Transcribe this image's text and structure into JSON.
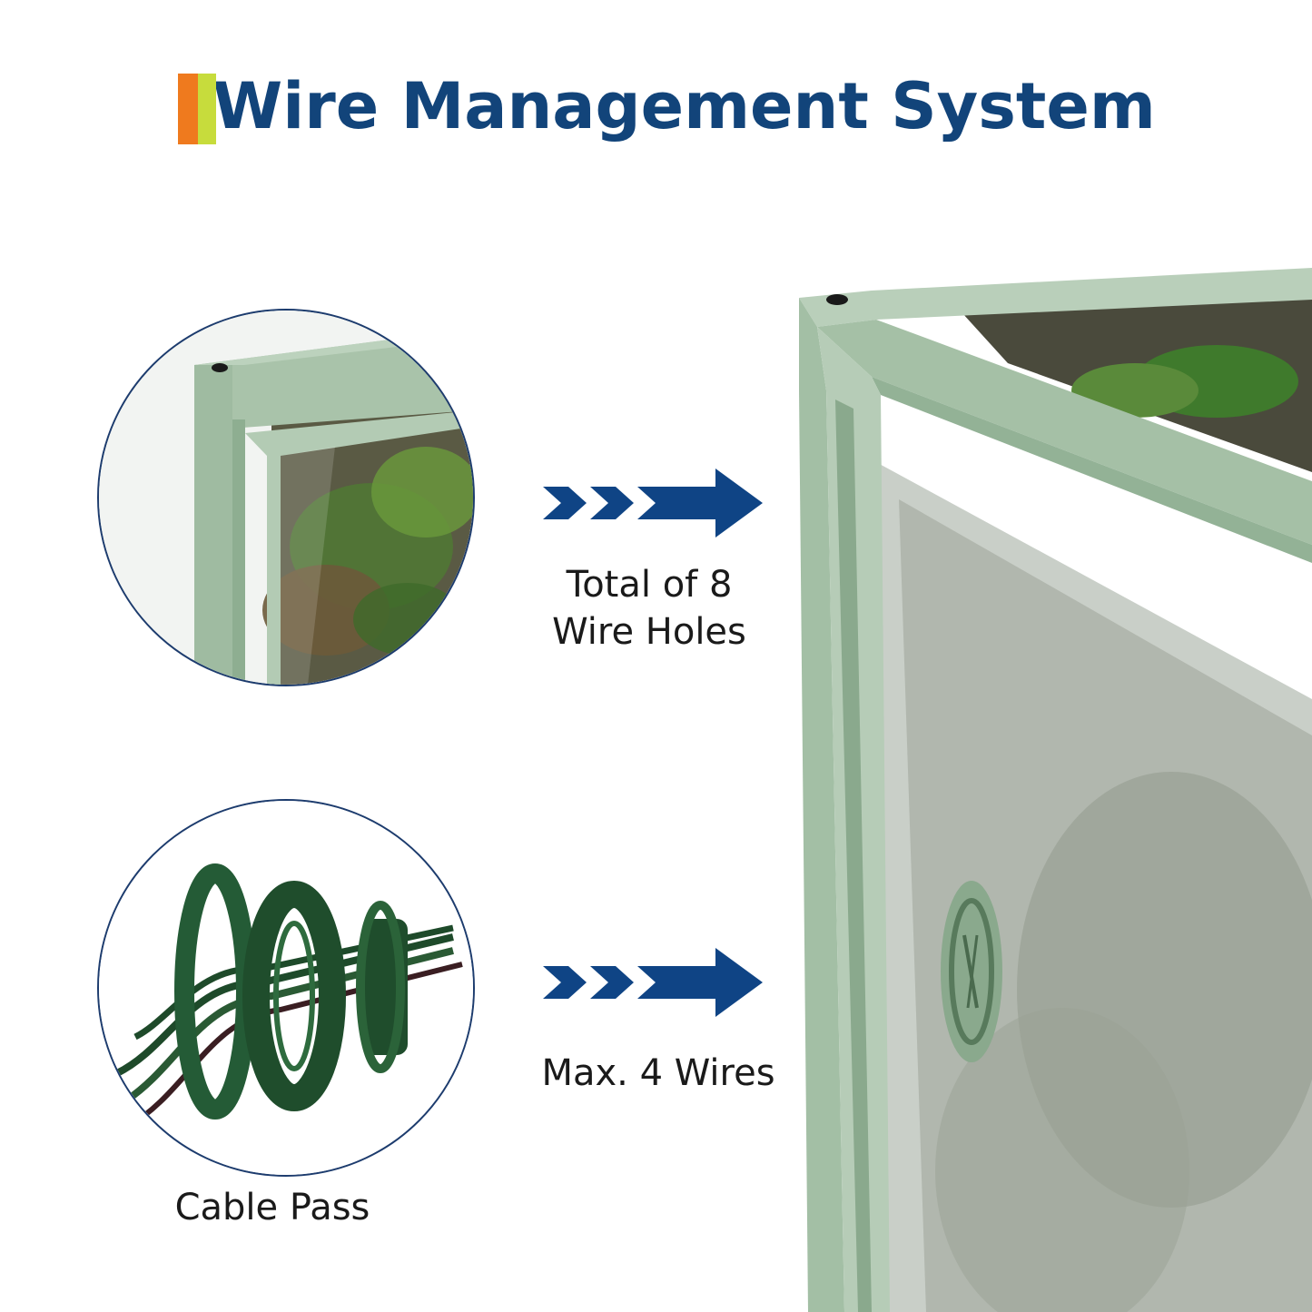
{
  "title": "Wire Management System",
  "colors": {
    "title": "#12447a",
    "accent_orange": "#ef7a1e",
    "accent_lime": "#c7dc3c",
    "arrow": "#0f4485",
    "frame_green": "#a9c3aa",
    "dark_green": "#1f4d2c",
    "circle_border": "#1d3c6e"
  },
  "features": [
    {
      "caption_line1": "Total of 8",
      "caption_line2": "Wire Holes",
      "icon": "triple-chevron-arrow-icon"
    },
    {
      "caption": "Max. 4 Wires",
      "icon": "triple-chevron-arrow-icon"
    }
  ],
  "cable_pass_label": "Cable Pass"
}
